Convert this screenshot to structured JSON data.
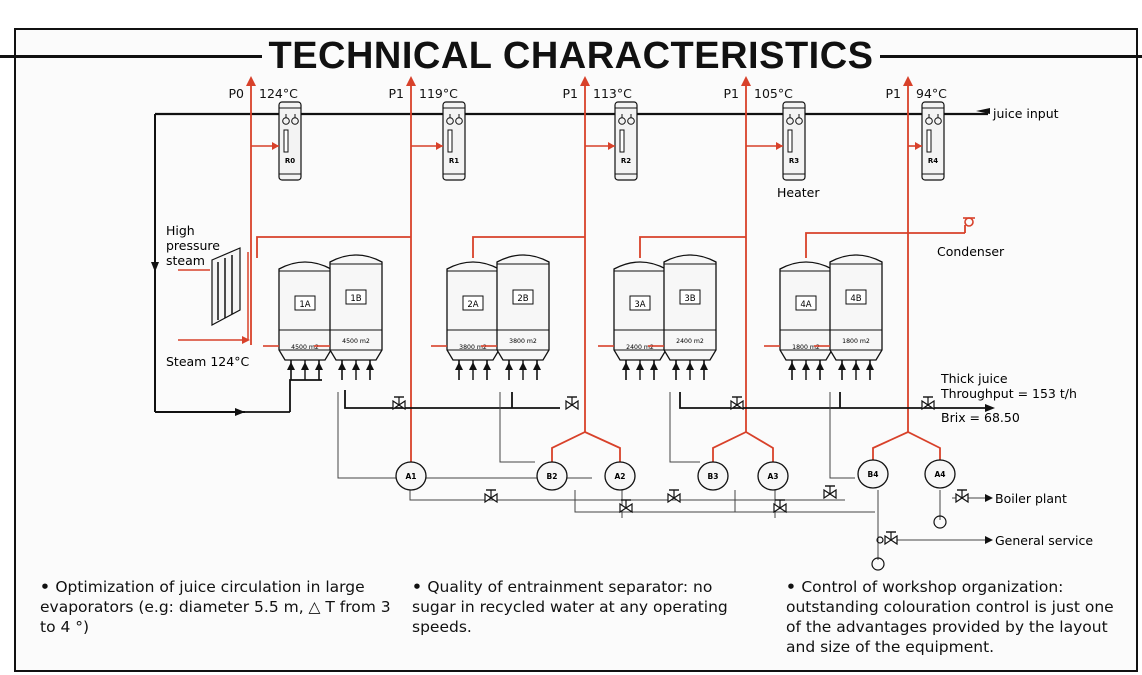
{
  "title": "TECHNICAL CHARACTERISTICS",
  "stages": [
    {
      "p": "P0",
      "t": "124°C",
      "heater": "R0"
    },
    {
      "p": "P1",
      "t": "119°C",
      "heater": "R1"
    },
    {
      "p": "P1",
      "t": "113°C",
      "heater": "R2"
    },
    {
      "p": "P1",
      "t": "105°C",
      "heater": "R3"
    },
    {
      "p": "P1",
      "t": "94°C",
      "heater": "R4"
    }
  ],
  "evaporators": [
    {
      "label": "1A",
      "area": "4500 m2"
    },
    {
      "label": "1B",
      "area": "4500 m2"
    },
    {
      "label": "2A",
      "area": "3800 m2"
    },
    {
      "label": "2B",
      "area": "3800 m2"
    },
    {
      "label": "3A",
      "area": "2400 m2"
    },
    {
      "label": "3B",
      "area": "2400 m2"
    },
    {
      "label": "4A",
      "area": "1800 m2"
    },
    {
      "label": "4B",
      "area": "1800 m2"
    }
  ],
  "separators": [
    "A1",
    "B2",
    "A2",
    "B3",
    "A3",
    "B4",
    "A4"
  ],
  "labels": {
    "juice_input": "juice input",
    "heater": "Heater",
    "high_pressure_steam": [
      "High",
      "pressure",
      "steam"
    ],
    "steam": "Steam 124°C",
    "condenser": "Condenser",
    "thick_juice": "Thick juice",
    "throughput": "Throughput = 153 t/h",
    "brix": "Brix = 68.50",
    "boiler_plant": "Boiler plant",
    "general_service": "General service"
  },
  "bullets": [
    "Optimization of juice circulation in large evaporators (e.g: diameter 5.5 m, △ T from 3 to 4 °)",
    "Quality of entrainment separator: no sugar in recycled water at any operating speeds.",
    "Control of workshop organization: outstanding colouration control is just one of the advantages provided by the layout and size of the equipment."
  ],
  "colors": {
    "steam_line": "#d8412a",
    "process_line": "#111111"
  }
}
